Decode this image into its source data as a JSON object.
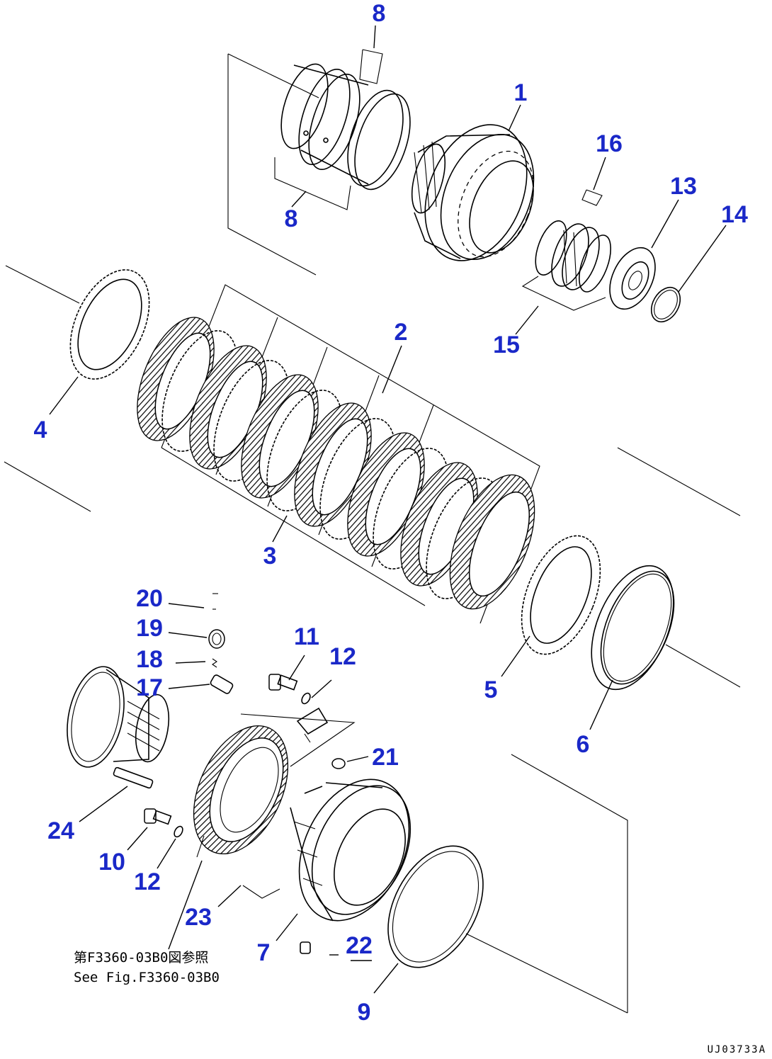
{
  "callouts": [
    {
      "id": "c1",
      "text": "1"
    },
    {
      "id": "c2",
      "text": "2"
    },
    {
      "id": "c3",
      "text": "3"
    },
    {
      "id": "c4",
      "text": "4"
    },
    {
      "id": "c5",
      "text": "5"
    },
    {
      "id": "c6",
      "text": "6"
    },
    {
      "id": "c7",
      "text": "7"
    },
    {
      "id": "c8a",
      "text": "8"
    },
    {
      "id": "c8b",
      "text": "8"
    },
    {
      "id": "c9",
      "text": "9"
    },
    {
      "id": "c10",
      "text": "10"
    },
    {
      "id": "c11",
      "text": "11"
    },
    {
      "id": "c12a",
      "text": "12"
    },
    {
      "id": "c12b",
      "text": "12"
    },
    {
      "id": "c13",
      "text": "13"
    },
    {
      "id": "c14",
      "text": "14"
    },
    {
      "id": "c15",
      "text": "15"
    },
    {
      "id": "c16",
      "text": "16"
    },
    {
      "id": "c17",
      "text": "17"
    },
    {
      "id": "c18",
      "text": "18"
    },
    {
      "id": "c19",
      "text": "19"
    },
    {
      "id": "c20",
      "text": "20"
    },
    {
      "id": "c21",
      "text": "21"
    },
    {
      "id": "c22",
      "text": "22"
    },
    {
      "id": "c23",
      "text": "23"
    },
    {
      "id": "c24",
      "text": "24"
    }
  ],
  "note": {
    "line1": "第F3360-03B0図参照",
    "line2": "See Fig.F3360-03B0"
  },
  "drawing_code": "UJ03733A",
  "colors": {
    "callout": "#1a28c8",
    "line": "#000000",
    "background": "#ffffff"
  }
}
